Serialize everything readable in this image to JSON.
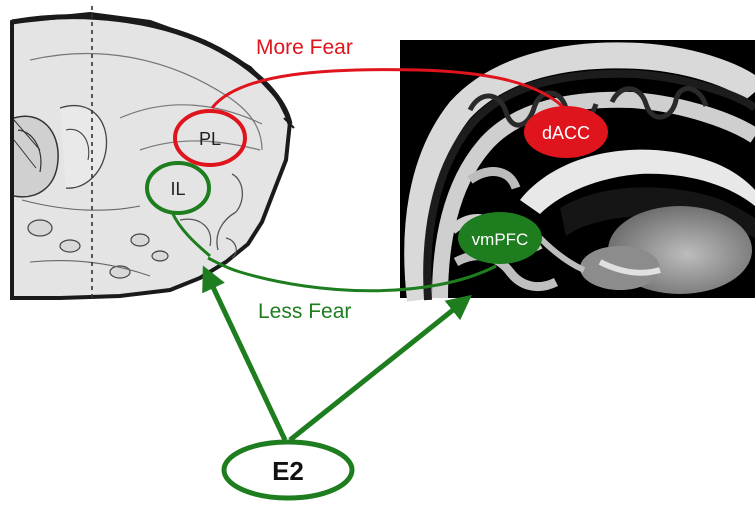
{
  "labels": {
    "more_fear": "More Fear",
    "less_fear": "Less Fear",
    "pl": "PL",
    "il": "IL",
    "dacc": "dACC",
    "vmpfc": "vmPFC",
    "e2": "E2"
  },
  "colors": {
    "red": "#e0141c",
    "green": "#1e7d1e",
    "outline": "#1a1a1a",
    "tissue": "#e4e4e4"
  },
  "icons": {
    "rodent_section": "rodent-brain-sagittal-icon",
    "human_mri": "human-brain-mri-icon"
  }
}
